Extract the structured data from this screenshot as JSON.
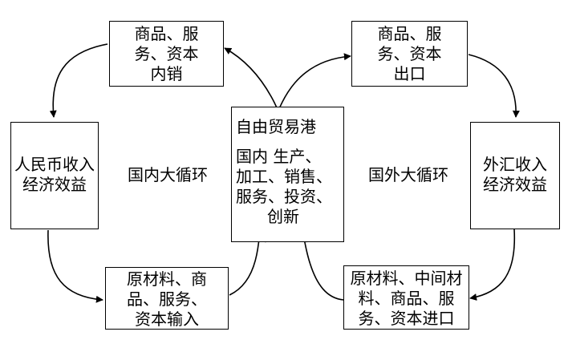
{
  "diagram": {
    "nodes": {
      "domestic_sales": {
        "lines": [
          "商品、服",
          "务、资本",
          "内销"
        ]
      },
      "export": {
        "lines": [
          "商品、服",
          "务、资本",
          "出口"
        ]
      },
      "rmb_income": {
        "lines": [
          "人民币收入",
          "经济效益"
        ]
      },
      "fx_income": {
        "lines": [
          "外汇收入",
          "经济效益"
        ]
      },
      "raw_input": {
        "lines": [
          "原材料、商",
          "品、服务、",
          "资本输入"
        ]
      },
      "import": {
        "lines": [
          "原材料、中间材",
          "料、商品、服",
          "务、资本进口"
        ]
      },
      "ftp": {
        "title": "自由贸易港",
        "lines": [
          "国内 生产、",
          "加工、销售、",
          "服务、投资、",
          "创新"
        ]
      }
    },
    "labels": {
      "domestic_loop": "国内大循环",
      "foreign_loop": "国外大循环"
    }
  }
}
